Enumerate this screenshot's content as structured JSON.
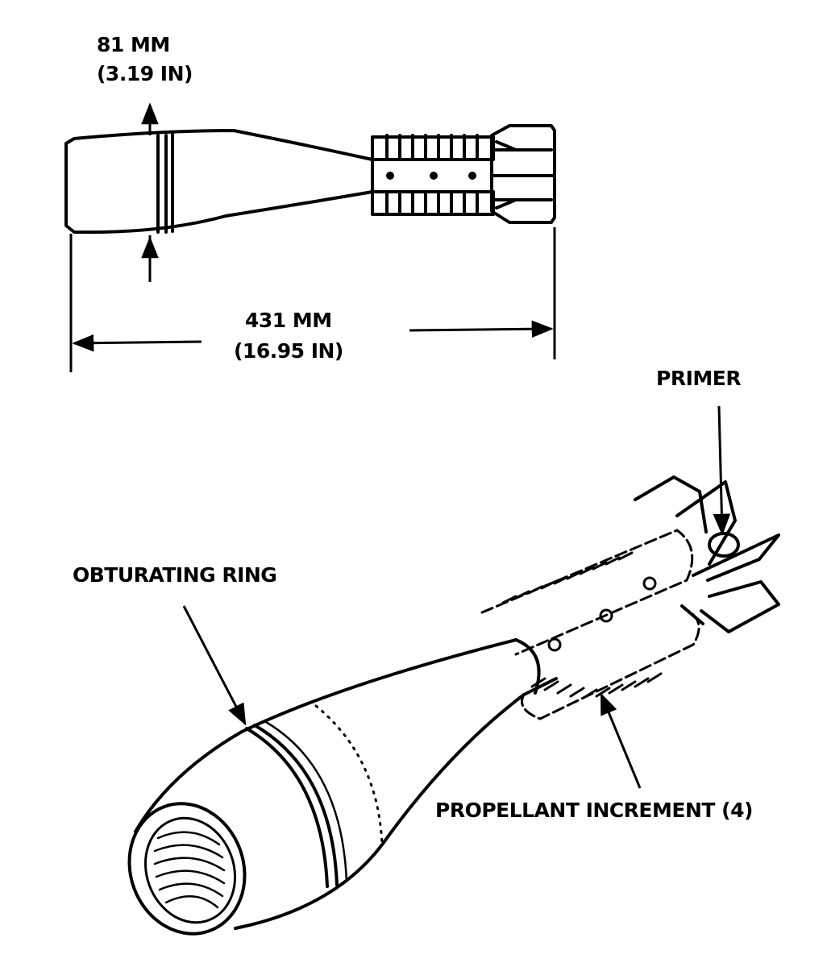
{
  "diagram": {
    "dimensions": {
      "diameter_mm": "81 MM",
      "diameter_in": "(3.19 IN)",
      "length_mm": "431 MM",
      "length_in": "(16.95 IN)"
    },
    "callouts": {
      "primer": "PRIMER",
      "obturating_ring": "OBTURATING RING",
      "propellant_increment": "PROPELLANT INCREMENT (4)"
    }
  },
  "colors": {
    "ink": "#000000",
    "paper": "#ffffff"
  }
}
